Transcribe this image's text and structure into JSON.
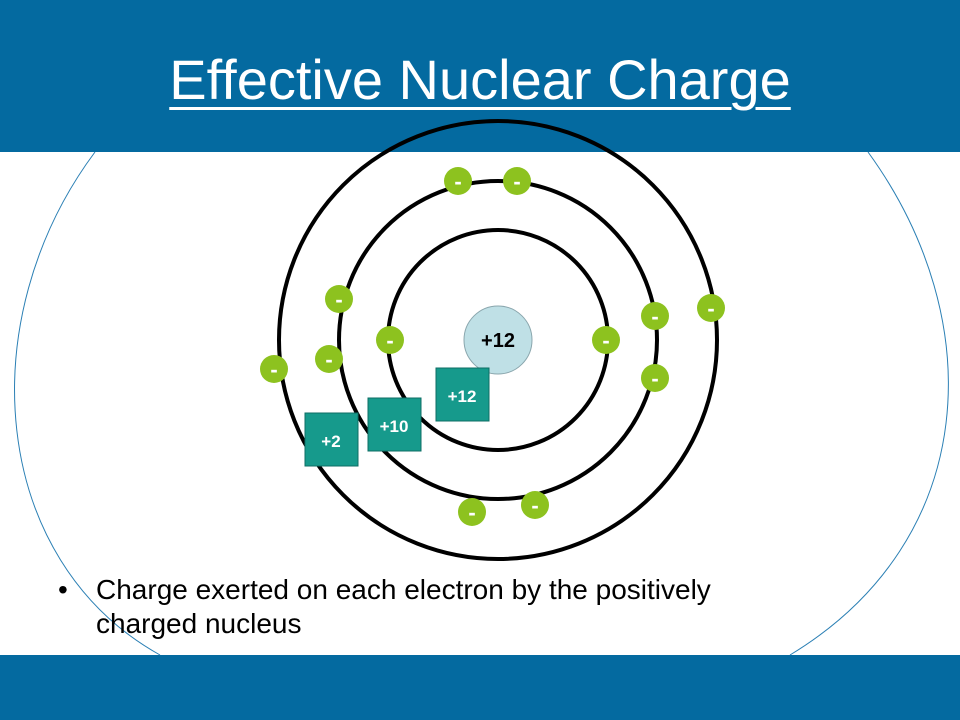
{
  "slide": {
    "title": "Effective Nuclear Charge",
    "bullet": "Charge exerted on each electron by the positively charged nucleus",
    "bullet_marker": "•"
  },
  "colors": {
    "band": "#046aa0",
    "electron": "#8dc21f",
    "charge_box": "#169a8c",
    "nucleus": "#bfe0e6",
    "frame_arc": "#2a7fb4"
  },
  "atom": {
    "nucleus_label": "+12",
    "electron_label": "-",
    "shells": [
      {
        "name": "shell-1",
        "electrons": 2,
        "effective_charge": "+12"
      },
      {
        "name": "shell-2",
        "electrons": 8,
        "effective_charge": "+10"
      },
      {
        "name": "shell-3",
        "electrons": 2,
        "effective_charge": "+2"
      }
    ]
  }
}
